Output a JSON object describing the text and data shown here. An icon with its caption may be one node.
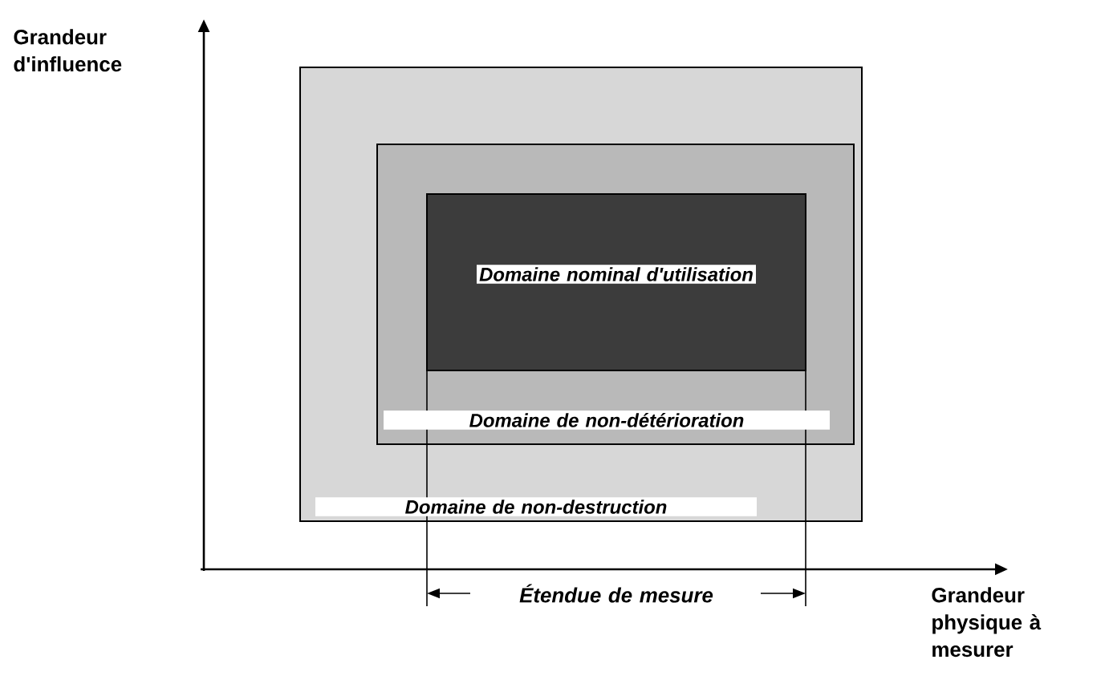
{
  "diagram": {
    "nodes": [
      {
        "text": [
          "Domaine de non-destruction"
        ]
      },
      {
        "text": [
          "Domaine de non-détérioration"
        ],
        "in": 0
      },
      {
        "text": [
          "Domaine nominal d'utilisation"
        ],
        "in": 1
      }
    ],
    "edges": [],
    "labels": [
      "Grandeur d'influence",
      "Étendue de mesure",
      "Grandeur physique à mesurer"
    ]
  }
}
